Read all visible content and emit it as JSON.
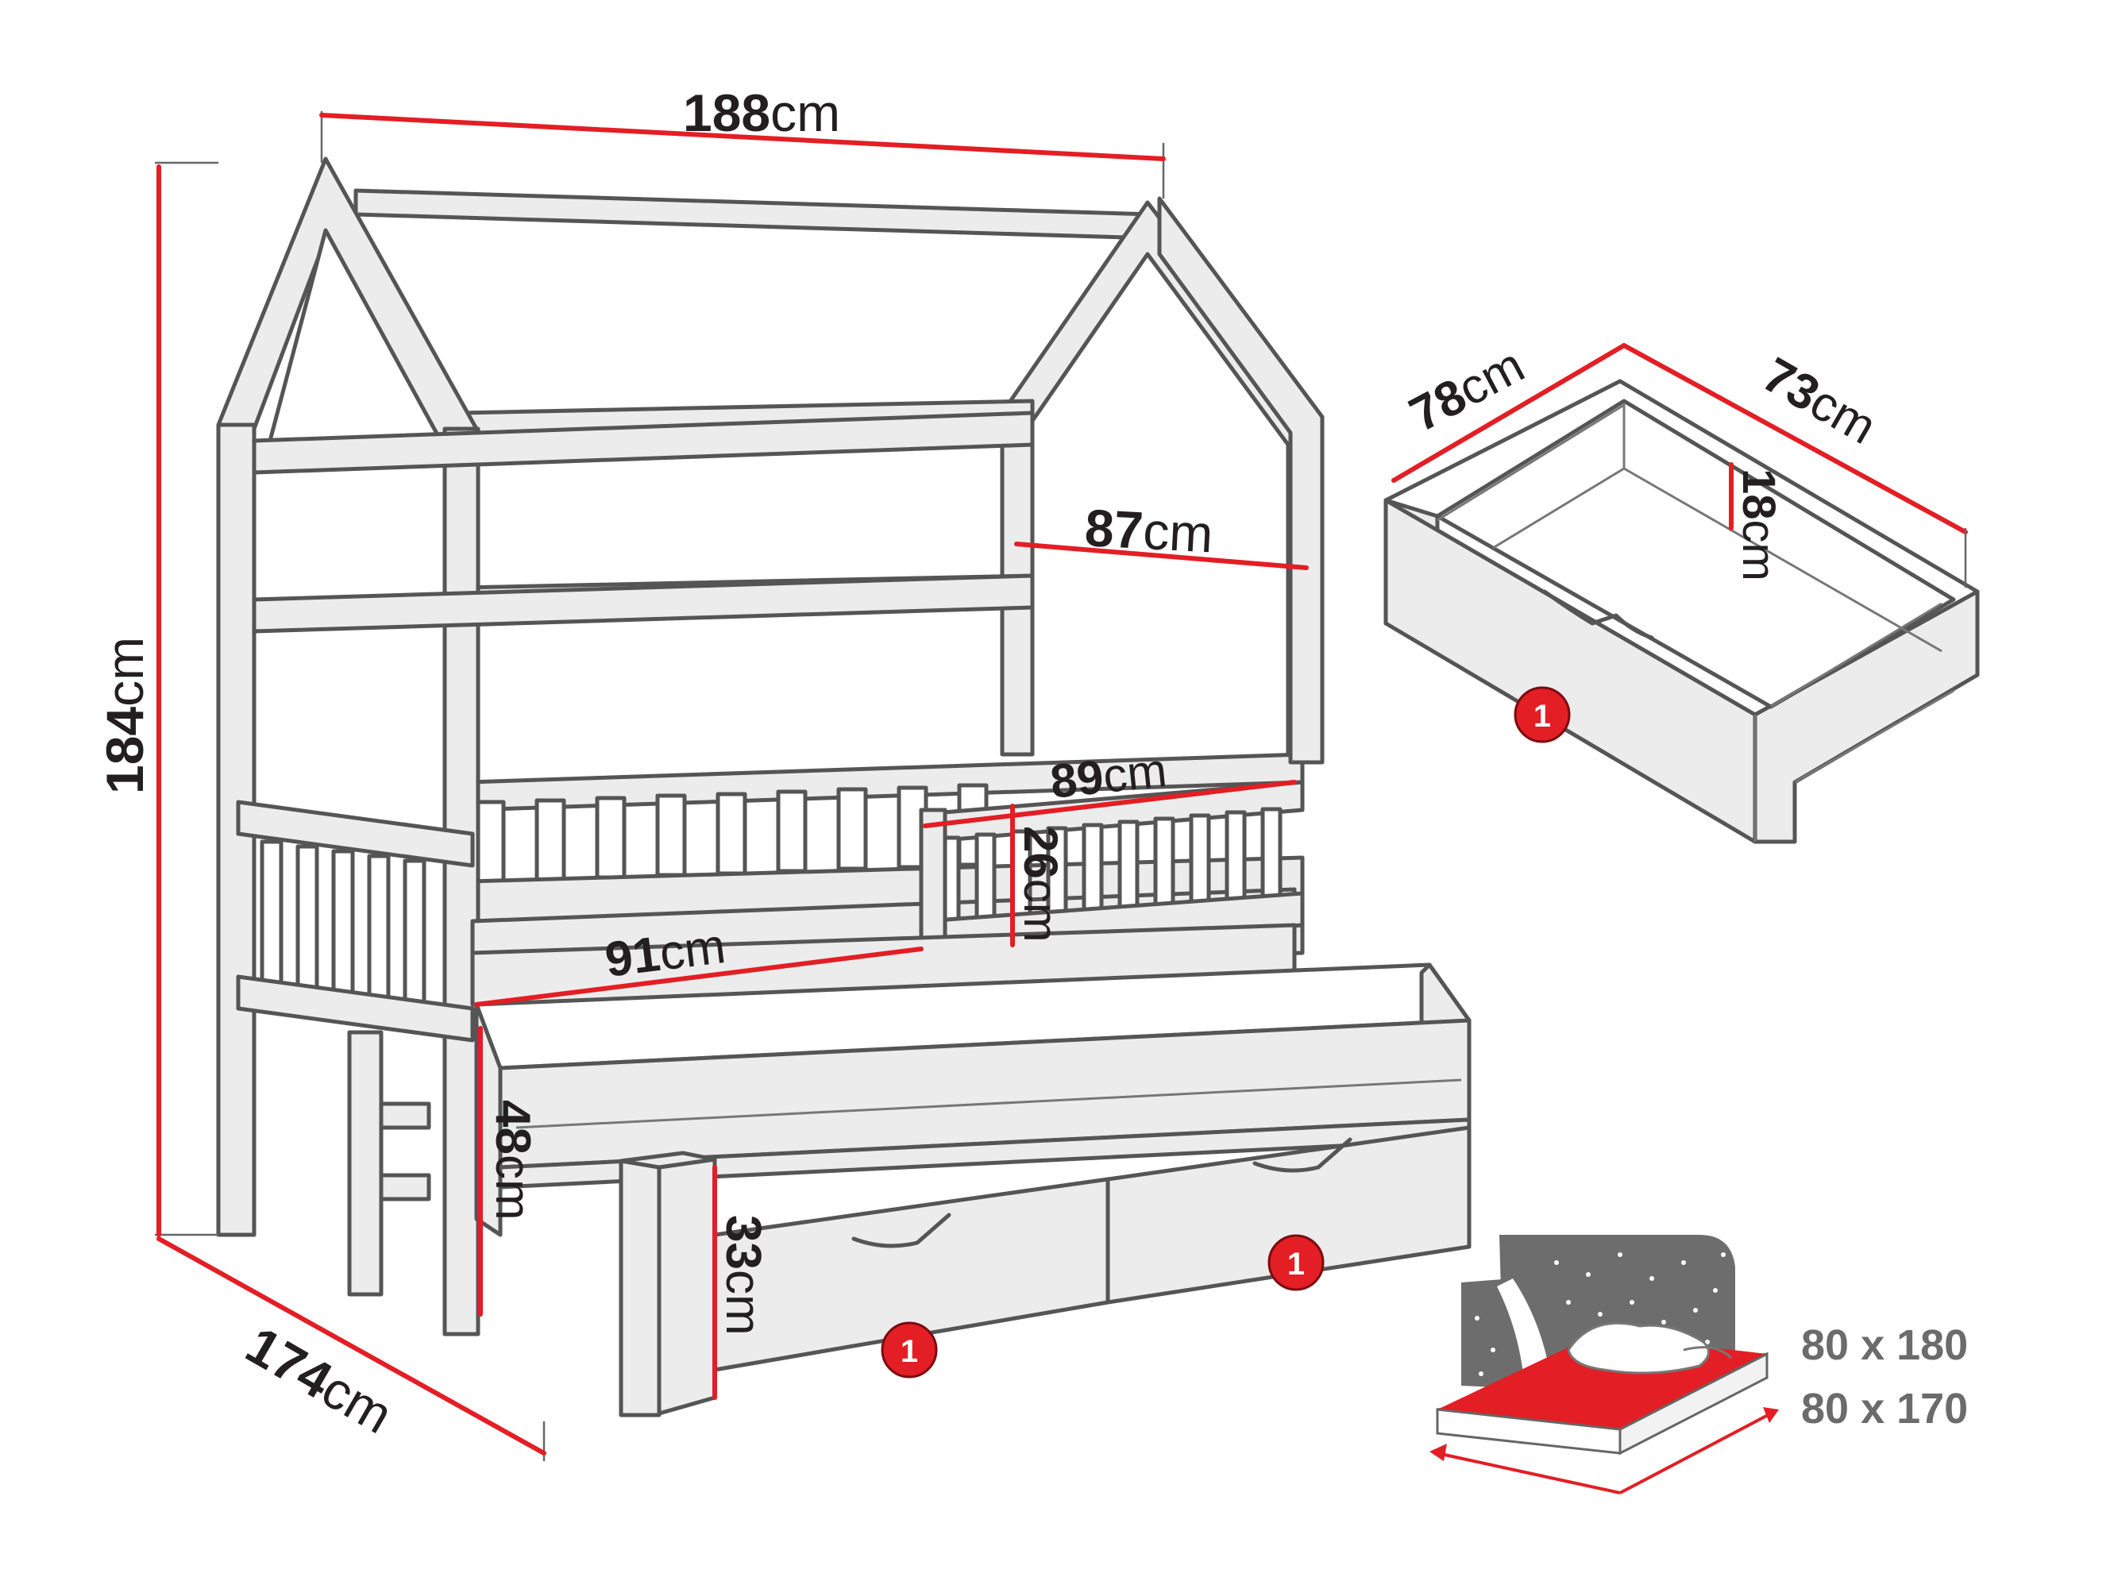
{
  "colors": {
    "frame": "#e8e8e8",
    "outline": "#555555",
    "dimension": "#e31e24",
    "text": "#231f20",
    "size_text": "#6b6b6b",
    "mattress": "#e31e24",
    "night_panel": "#6d6d6d"
  },
  "dimensions": {
    "width_total": {
      "value": "188",
      "unit": "cm"
    },
    "height_total": {
      "value": "184",
      "unit": "cm"
    },
    "depth_total": {
      "value": "174",
      "unit": "cm"
    },
    "wall_width": {
      "value": "87",
      "unit": "cm"
    },
    "rail_length": {
      "value": "89",
      "unit": "cm"
    },
    "rail_height": {
      "value": "26",
      "unit": "cm"
    },
    "opening_length": {
      "value": "91",
      "unit": "cm"
    },
    "sleep_height": {
      "value": "48",
      "unit": "cm"
    },
    "trundle_height": {
      "value": "33",
      "unit": "cm"
    }
  },
  "drawer": {
    "width": {
      "value": "78",
      "unit": "cm"
    },
    "depth": {
      "value": "73",
      "unit": "cm"
    },
    "height": {
      "value": "18",
      "unit": "cm"
    }
  },
  "badges": {
    "drawer_count": "1"
  },
  "mattress_sizes": [
    "80 x 180",
    "80 x 170"
  ],
  "icons": [
    "house-bed-drawing",
    "drawer-drawing",
    "mattress-icon",
    "stars-icon"
  ]
}
